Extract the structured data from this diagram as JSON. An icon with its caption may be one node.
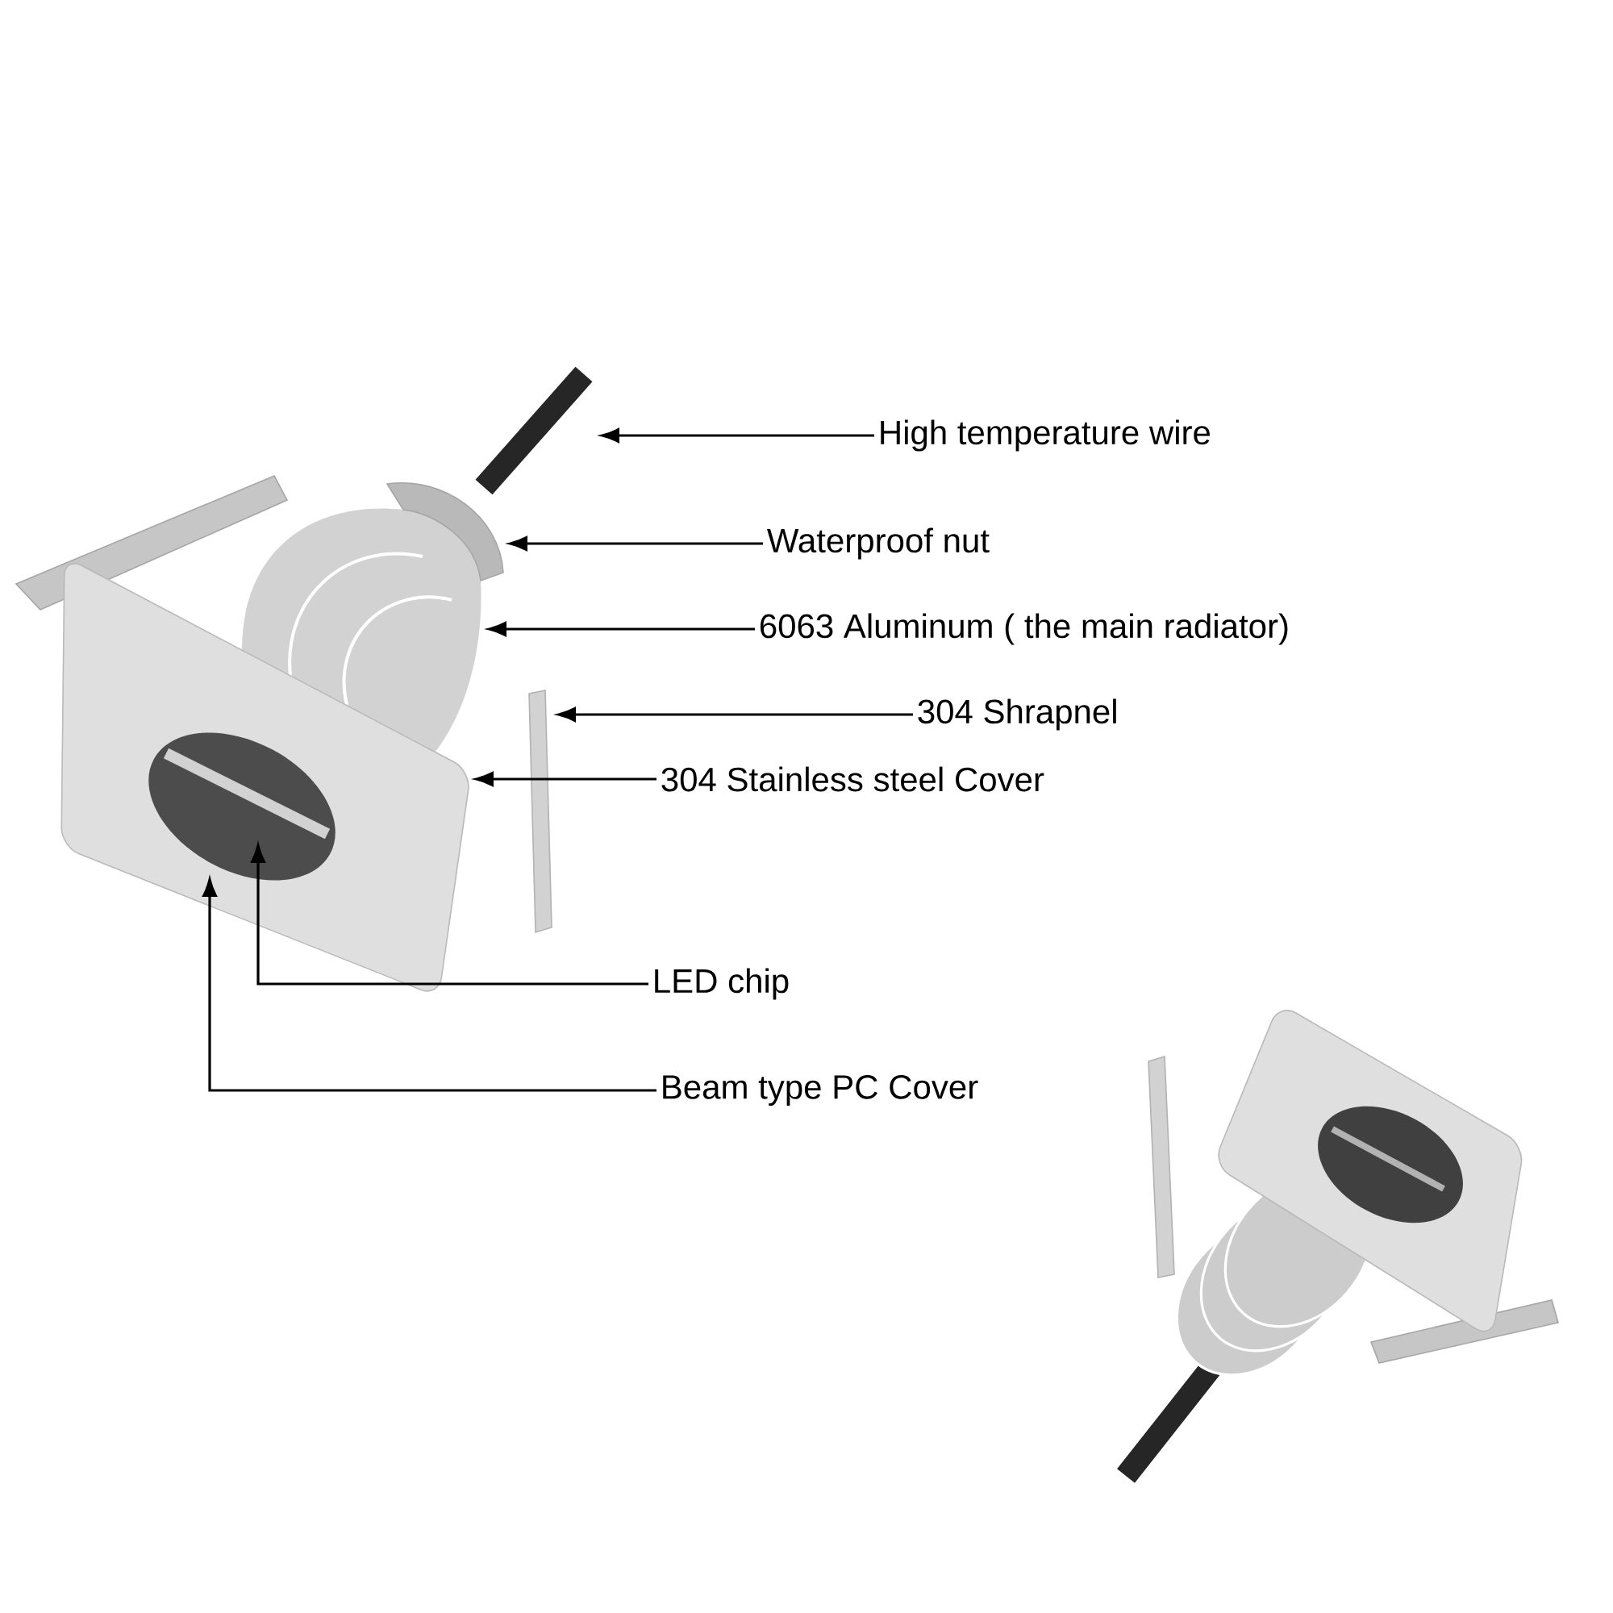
{
  "diagram": {
    "nodes": [
      {
        "text": [
          "High temperature wire"
        ]
      },
      {
        "text": [
          "Waterproof nut"
        ]
      },
      {
        "text": [
          "6063 Aluminum ( the main radiator)"
        ]
      },
      {
        "text": [
          "304 Shrapnel"
        ]
      },
      {
        "text": [
          "304 Stainless steel Cover"
        ]
      },
      {
        "text": [
          "LED chip"
        ]
      },
      {
        "text": [
          "Beam type PC Cover"
        ]
      },
      {
        "text": [],
        "shape": "picture"
      },
      {
        "text": [],
        "shape": "picture"
      },
      {
        "text": [],
        "shape": "picture"
      },
      {
        "text": [],
        "shape": "picture"
      },
      {
        "text": [],
        "shape": "picture"
      },
      {
        "text": [],
        "shape": "picture",
        "in": 13
      },
      {
        "text": [],
        "shape": "picture",
        "in": 11
      }
    ],
    "edges": [
      {
        "from": 0,
        "to": 7,
        "arrow": "to"
      },
      {
        "from": 1,
        "to": 8,
        "arrow": "to"
      },
      {
        "from": 2,
        "to": 9,
        "arrow": "to"
      },
      {
        "from": 3,
        "to": 10,
        "arrow": "to"
      },
      {
        "from": 4,
        "to": 11,
        "arrow": "to"
      },
      {
        "from": 5,
        "to": 12,
        "arrow": "to"
      },
      {
        "from": 6,
        "to": 13,
        "arrow": "to"
      }
    ]
  }
}
